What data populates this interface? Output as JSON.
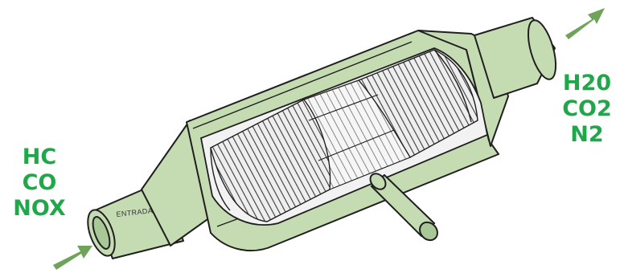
{
  "diagram": {
    "inlet_label": "ENTRADA",
    "inlet_gases": [
      "HC",
      "CO",
      "NOX"
    ],
    "outlet_gases": [
      "H20",
      "CO2",
      "N2"
    ]
  },
  "colors": {
    "gas_text": "#1fa84a",
    "arrow": "#6fa35a",
    "shell": "#c5dcb3",
    "outline": "#1f1f1f"
  }
}
